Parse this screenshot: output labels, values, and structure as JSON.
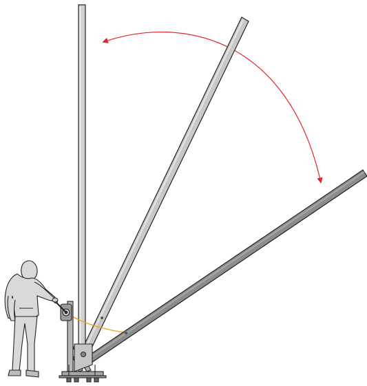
{
  "diagram": {
    "colors": {
      "background": "#ffffff",
      "mast_vertical": "#cfcfcf",
      "mast_mid": "#c4c4c4",
      "mast_lowered": "#8a8a8a",
      "outline": "#222222",
      "arc": "#e0262b",
      "cable": "#f0a020",
      "person_fill": "#d9d9d9",
      "base_metal": "#b8b8b8"
    },
    "elements": {
      "mast_vertical": "mast-vertical-position",
      "mast_mid": "mast-intermediate-position",
      "mast_lowered": "mast-lowered-position",
      "rotation_arc": "rotation-arc-arrow",
      "winch_cable": "winch-cable",
      "operator": "operator-person",
      "base": "tilt-base-frame",
      "winch": "hand-winch"
    }
  }
}
